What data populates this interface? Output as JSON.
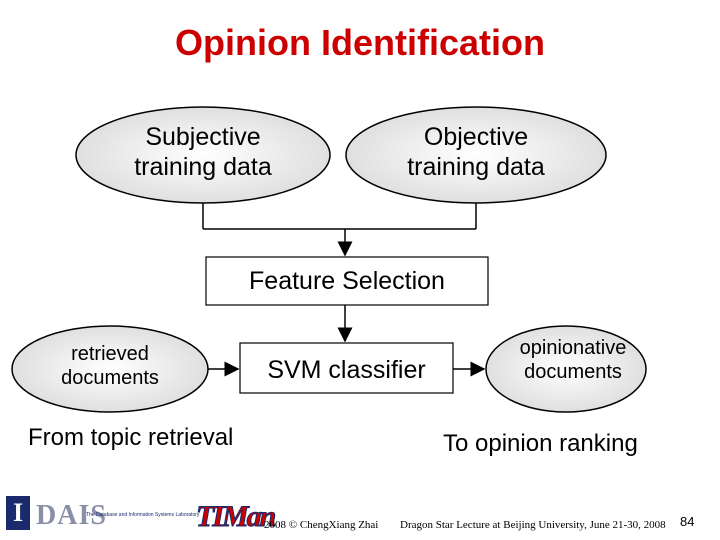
{
  "title": "Opinion Identification",
  "nodes": {
    "subjective": "Subjective training data",
    "objective": "Objective training data",
    "feature_selection": "Feature Selection",
    "retrieved": "retrieved documents",
    "svm": "SVM classifier",
    "opinionative": "opinionative documents"
  },
  "annotations": {
    "from_topic": "From topic retrieval",
    "to_opinion": "To opinion ranking"
  },
  "footer": {
    "dais_logo_text": "DAIS",
    "dais_subtitle": "The Database and Information Systems Laboratory",
    "timan_logo_text": "TIMan",
    "copyright": "2008 © ChengXiang Zhai",
    "lecture": "Dragon Star Lecture at Beijing University, June 21-30, 2008",
    "page_number": "84"
  }
}
